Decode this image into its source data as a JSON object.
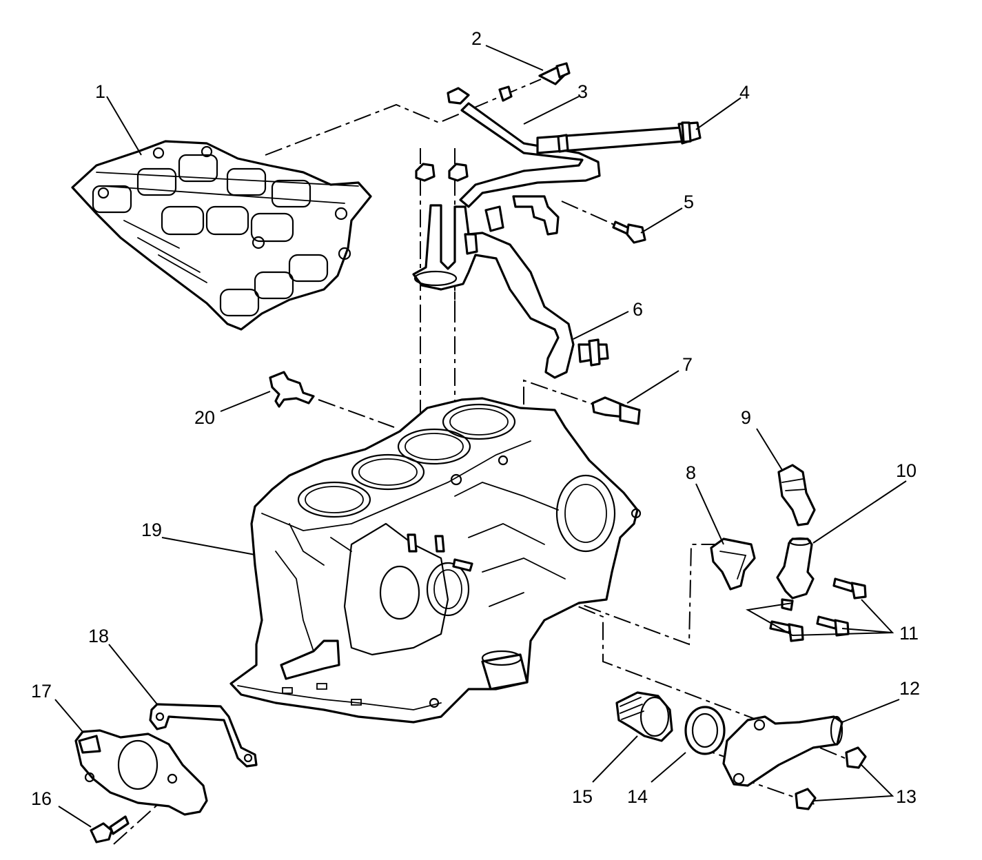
{
  "callouts": {
    "c1": "1",
    "c2": "2",
    "c3": "3",
    "c4": "4",
    "c5": "5",
    "c6": "6",
    "c7": "7",
    "c8": "8",
    "c9": "9",
    "c10": "10",
    "c11": "11",
    "c12": "12",
    "c13": "13",
    "c14": "14",
    "c15": "15",
    "c16": "16",
    "c17": "17",
    "c18": "18",
    "c19": "19",
    "c20": "20"
  },
  "colors": {
    "ink": "#000000",
    "paper": "#ffffff"
  }
}
